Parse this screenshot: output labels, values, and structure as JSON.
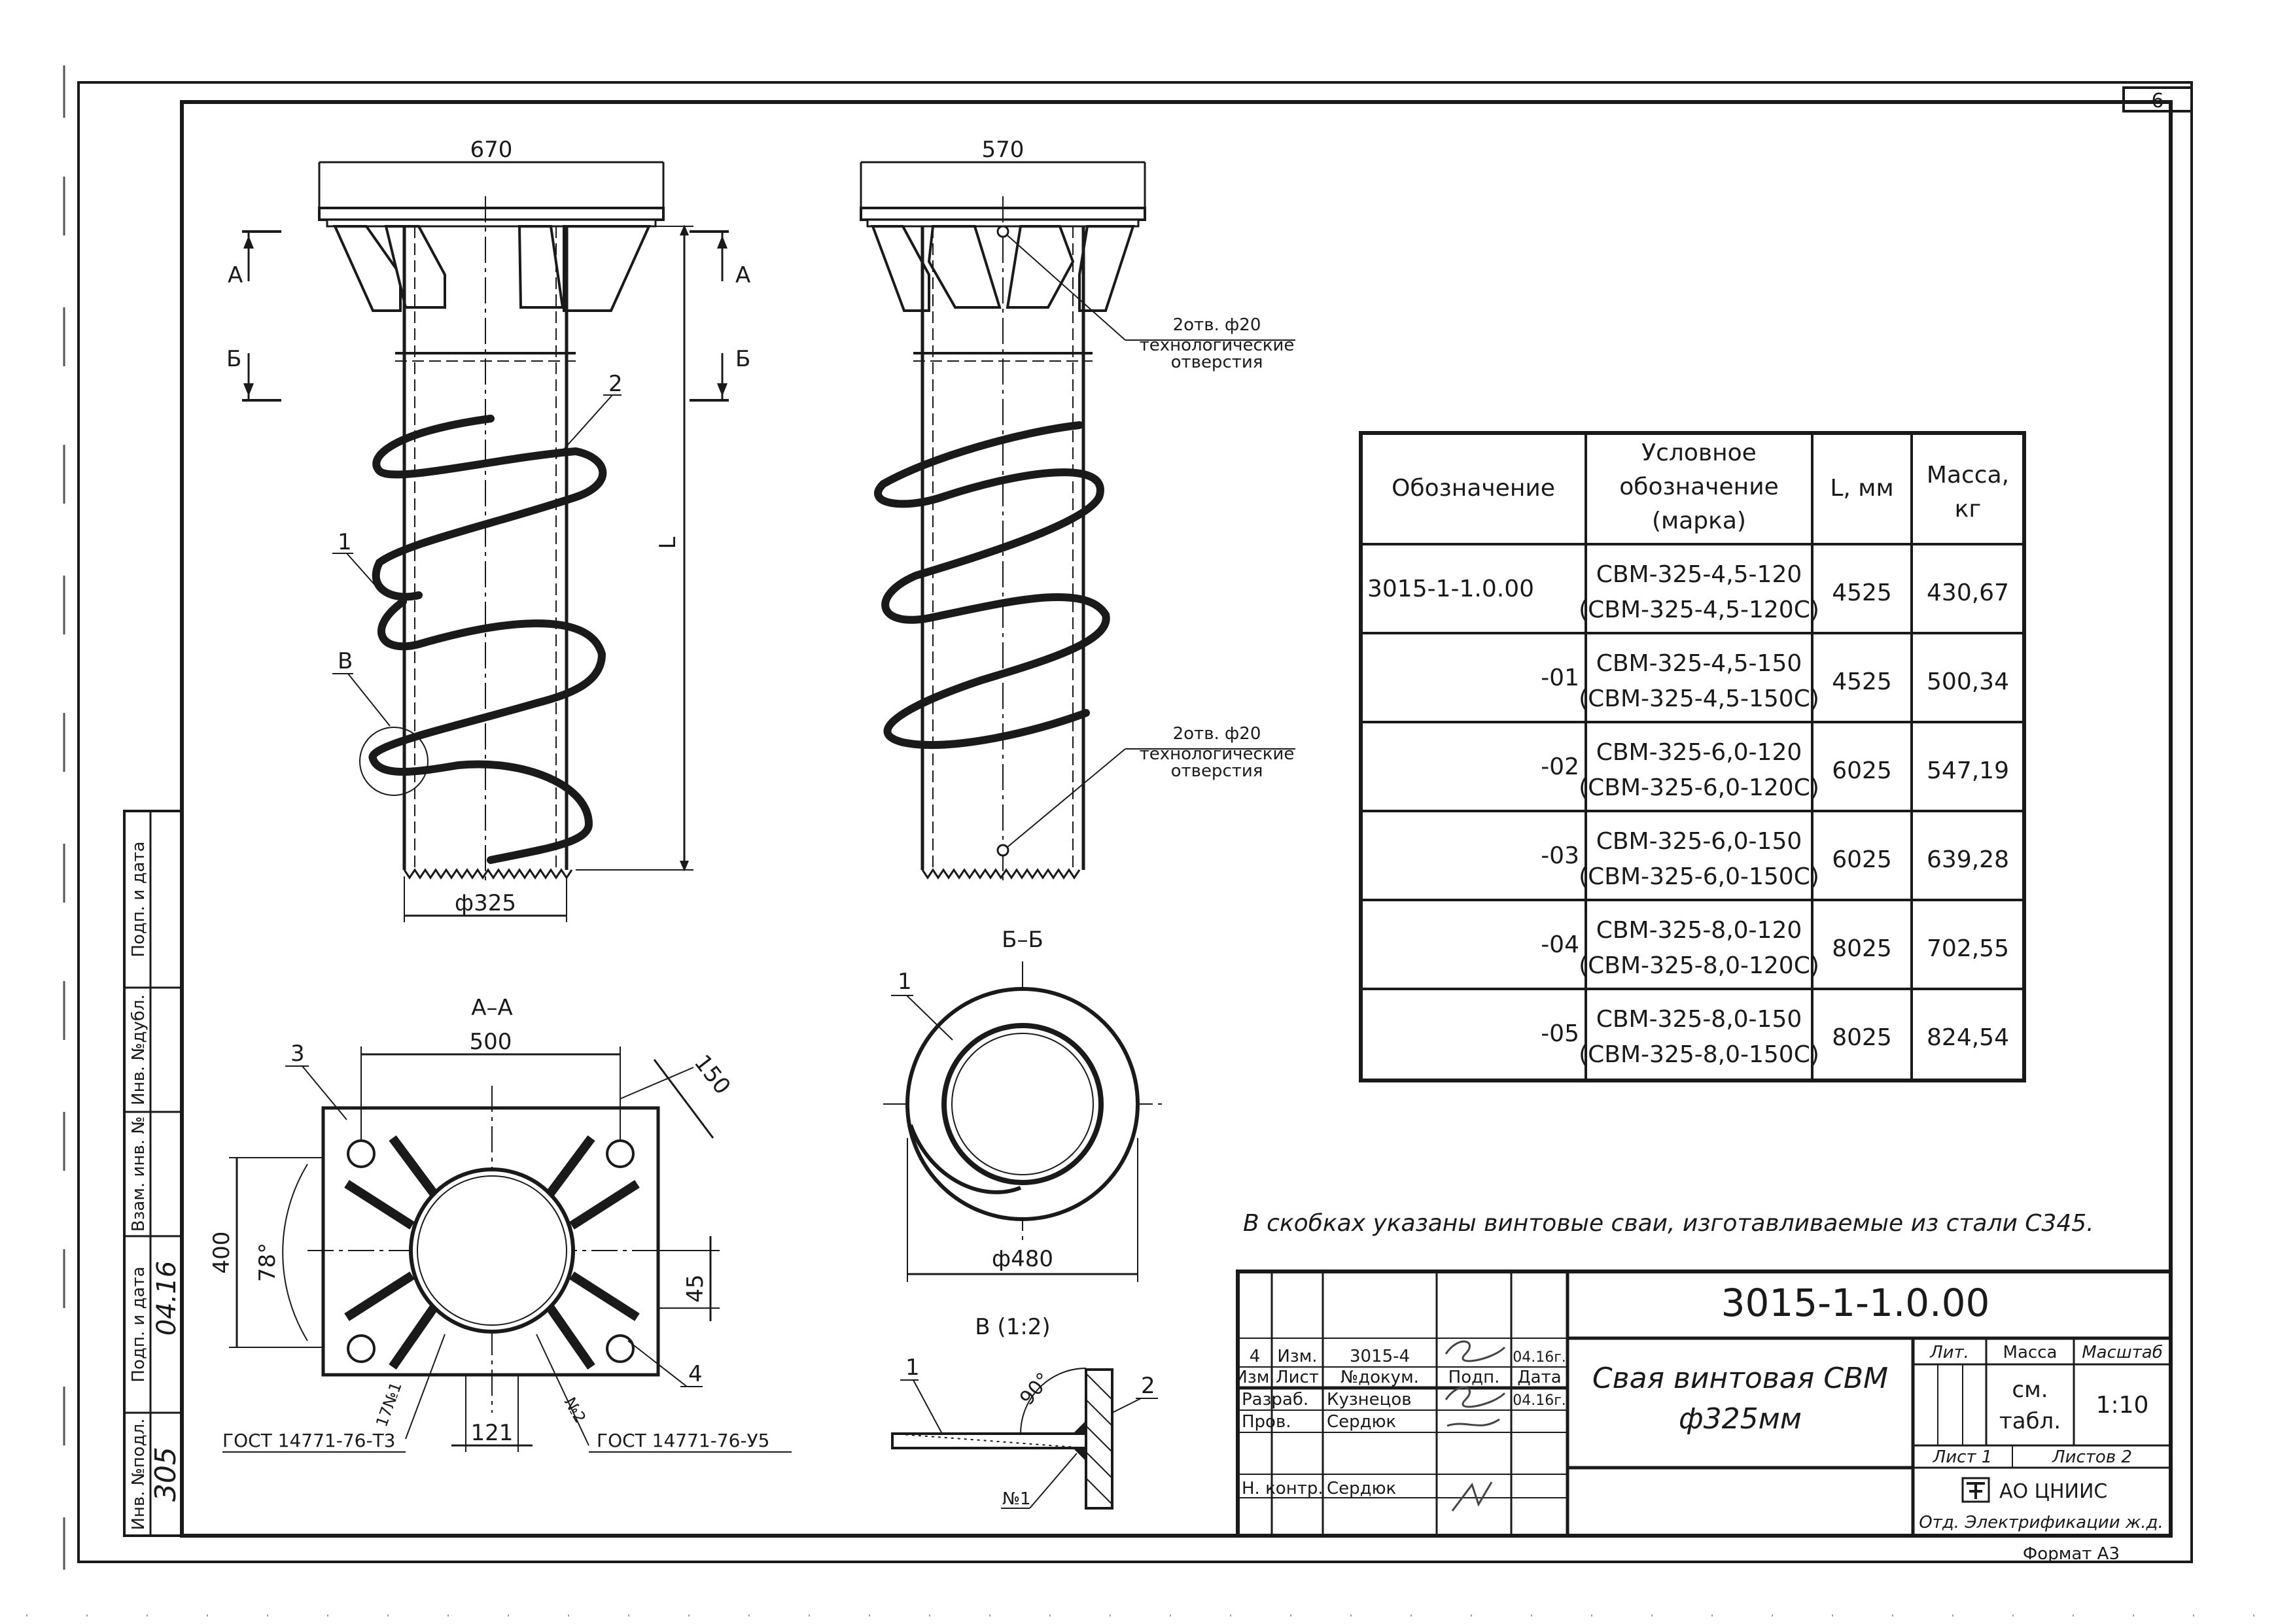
{
  "sheet": {
    "number": "6",
    "format_label": "Формат А3"
  },
  "drawing": {
    "dimensions": {
      "front_width": "670",
      "side_width": "570",
      "pipe_diameter": "ф325",
      "length": "L",
      "plate_width": "500",
      "plate_height": "400",
      "diag_150": "150",
      "angle_78": "78°",
      "dim_45": "45",
      "dim_121": "121",
      "ring_diameter": "ф480",
      "angle_90": "90°"
    },
    "section_marks": {
      "a": "А",
      "b": "Б",
      "v": "В"
    },
    "part_labels": {
      "p1": "1",
      "p2": "2",
      "p3": "3",
      "p4": "4"
    },
    "section_titles": {
      "aa": "А–А",
      "bb": "Б–Б",
      "detail": "В (1:2)"
    },
    "notes": {
      "holes_label_line1": "2отв. ф20",
      "holes_label_line2": "технологические",
      "holes_label_line3": "отверстия",
      "weld_1": "№1",
      "weld_2": "№2",
      "weld_1_detail": "№1",
      "weld_1_rotated": "17№1",
      "gost_left": "ГОСТ 14771-76-Т3",
      "gost_right": "ГОСТ 14771-76-У5"
    }
  },
  "table": {
    "headers": [
      "Обозначение",
      "Условное\nобозначение\n(марка)",
      "L, мм",
      "Масса,\nкг"
    ],
    "rows": [
      {
        "designation": "3015-1-1.0.00",
        "mark1": "СВМ-325-4,5-120",
        "mark2": "(СВМ-325-4,5-120С)",
        "length": "4525",
        "mass": "430,67"
      },
      {
        "designation": "-01",
        "mark1": "СВМ-325-4,5-150",
        "mark2": "(СВМ-325-4,5-150С)",
        "length": "4525",
        "mass": "500,34"
      },
      {
        "designation": "-02",
        "mark1": "СВМ-325-6,0-120",
        "mark2": "(СВМ-325-6,0-120С)",
        "length": "6025",
        "mass": "547,19"
      },
      {
        "designation": "-03",
        "mark1": "СВМ-325-6,0-150",
        "mark2": "(СВМ-325-6,0-150С)",
        "length": "6025",
        "mass": "639,28"
      },
      {
        "designation": "-04",
        "mark1": "СВМ-325-8,0-120",
        "mark2": "(СВМ-325-8,0-120С)",
        "length": "8025",
        "mass": "702,55"
      },
      {
        "designation": "-05",
        "mark1": "СВМ-325-8,0-150",
        "mark2": "(СВМ-325-8,0-150С)",
        "length": "8025",
        "mass": "824,54"
      }
    ],
    "note": "В скобках указаны винтовые сваи, изготавливаемые из стали С345."
  },
  "title_block": {
    "code": "3015-1-1.0.00",
    "title_line1": "Свая винтовая СВМ",
    "title_line2": "ф325мм",
    "change_no": "4",
    "change_col": "Изм.",
    "change_doc": "3015-4",
    "change_date": "04.16г.",
    "col_izm": "Изм.",
    "col_list": "Лист",
    "col_doc": "№докум.",
    "col_sign": "Подп.",
    "col_date": "Дата",
    "role_dev": "Разраб.",
    "name_dev": "Кузнецов",
    "date_dev": "04.16г.",
    "role_check": "Пров.",
    "name_check": "Сердюк",
    "role_norm": "Н. контр.",
    "name_norm": "Сердюк",
    "hdr_lit": "Лит.",
    "hdr_mass": "Масса",
    "hdr_scale": "Масштаб",
    "mass_value_1": "см.",
    "mass_value_2": "табл.",
    "scale_value": "1:10",
    "sheet_label": "Лист 1",
    "sheets_label": "Листов 2",
    "org_name": "АО ЦНИИС",
    "org_dept": "Отд. Электрификации ж.д."
  },
  "side_stamp": {
    "inv_podl": "Инв. №подл.",
    "podp_data1": "Подп. и дата",
    "vzam_inv": "Взам. инв. №",
    "inv_dubl": "Инв. №дубл.",
    "podp_data2": "Подп. и дата",
    "inv_value": "305",
    "sign_value": "04.16"
  }
}
